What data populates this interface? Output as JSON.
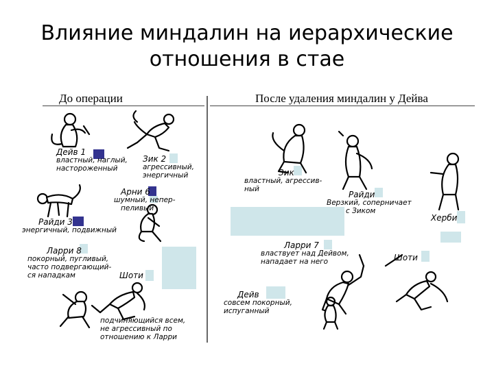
{
  "title_line1": "Влияние миндалин на иерархические",
  "title_line2": "отношения в стае",
  "before": {
    "heading": "До операции",
    "dave": {
      "name": "Дейв 1",
      "desc1": "властный, наглый,",
      "desc2": "настороженный"
    },
    "zik": {
      "name": "Зик 2",
      "desc1": "агрессивный,",
      "desc2": "энергичный"
    },
    "arni": {
      "name": "Арни 6",
      "desc1": "шумный, непер-",
      "desc2": "пеливый"
    },
    "raidi": {
      "name": "Райди 3",
      "desc1": "энергичный, подвижный"
    },
    "larri": {
      "name": "Ларри 8",
      "desc1": "покорный, пугливый,",
      "desc2": "часто подвергающий-",
      "desc3": "ся нападкам"
    },
    "shoti": {
      "name": "Шоти",
      "desc1": "подчиняющийся всем,",
      "desc2": "не агрессивный по",
      "desc3": "отношению к Ларри"
    }
  },
  "after": {
    "heading": "После удаления миндалин у Дейва",
    "zik": {
      "name": "Зик",
      "desc1": "властный, агрессив-",
      "desc2": "ный"
    },
    "raidi": {
      "name": "Райди",
      "desc1": "Верзкий, соперничает",
      "desc2": "с Зиком"
    },
    "herbi": {
      "name": "Херби"
    },
    "larri": {
      "name": "Ларри 7",
      "desc1": "властвует над Дейвом,",
      "desc2": "нападает на него"
    },
    "shoti": {
      "name": "Шоти"
    },
    "dave": {
      "name": "Дейв",
      "desc1": "совсем покорный,",
      "desc2": "испуганный"
    }
  },
  "colors": {
    "navy": "#33338f",
    "light_blue": "#cfe6ea",
    "text": "#000000"
  }
}
